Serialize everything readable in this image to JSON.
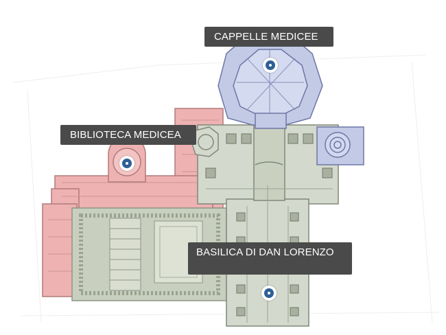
{
  "map": {
    "places": [
      {
        "label": "CAPPELLE MEDICEE",
        "icon": "location-marker-icon"
      },
      {
        "label": "BIBLIOTECA MEDICEA",
        "icon": "location-marker-icon"
      },
      {
        "label": "BASILICA DI DAN LORENZO",
        "icon": "location-marker-icon"
      }
    ],
    "colors": {
      "chapel": "#c3cae6",
      "library": "#eeb2b2",
      "basilica": "#d3d9cc",
      "cloister": "#c8cfbe",
      "marker": "#2f5f96",
      "label_bg": "#4a4a4a"
    }
  }
}
